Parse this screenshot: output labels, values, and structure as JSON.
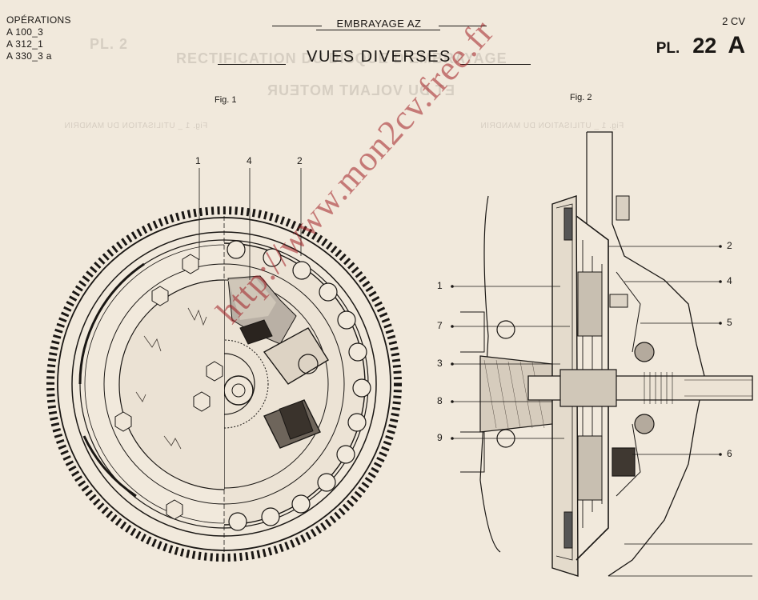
{
  "header": {
    "operations_title": "OPÉRATIONS",
    "operations": [
      "A  100_3",
      "A  312_1",
      "A  330_3 a"
    ],
    "section": "EMBRAYAGE AZ",
    "vehicle": "2 CV",
    "plate_prefix": "PL.",
    "plate_number": "22",
    "plate_letter": "A",
    "title": "VUES DIVERSES"
  },
  "figures": [
    {
      "label": "Fig. 1",
      "callouts": [
        "1",
        "4",
        "2"
      ]
    },
    {
      "label": "Fig. 2",
      "callouts": [
        "1",
        "7",
        "3",
        "8",
        "9",
        "2",
        "4",
        "5",
        "6"
      ]
    }
  ],
  "background_print": {
    "title_line_1": "RECTIFICATION DU DISQUE D'EMBRAYAGE",
    "title_line_2": "ET DU VOLANT MOTEUR",
    "fig_caption_1": "Fig. 1 _ UTILISATION DU MANDRIN",
    "fig_caption_2": "Fig. 1 _ UTILISATION DU MANDRIN",
    "plate": "PL. 2"
  },
  "watermark": "http://www.mon2cv.free.fr",
  "colors": {
    "paper": "#f1e9dc",
    "ink": "#1a1714",
    "watermark": "#a01e23"
  }
}
